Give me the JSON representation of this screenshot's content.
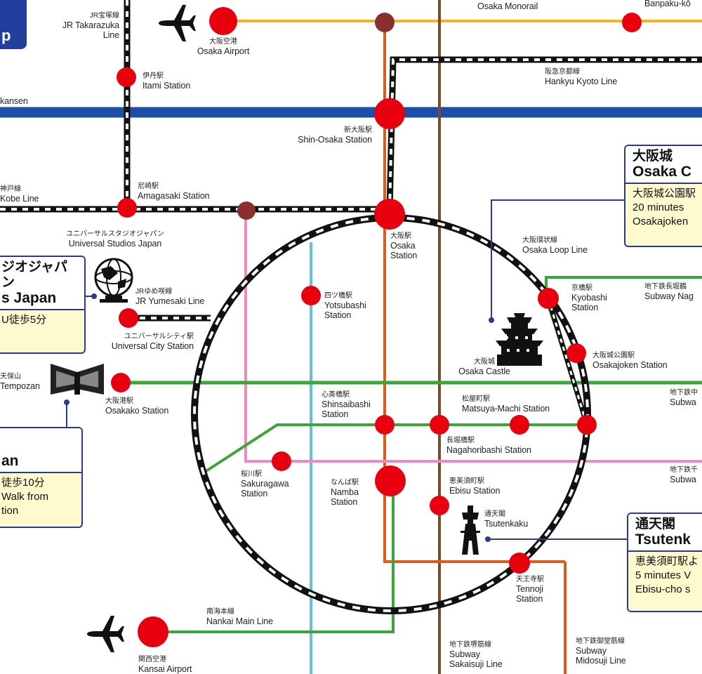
{
  "colors": {
    "station": "#e8000f",
    "transfer_station": "#8b2e2e",
    "monorail": "#f4b323",
    "shinkansen": "#1e4fa8",
    "midosuji": "#e05a1a",
    "sakaisuji": "#7a4a2a",
    "yotsubashi": "#64c0dc",
    "sennichimae": "#ef8ac0",
    "nagahori": "#3aa63a",
    "rail_black": "#111111",
    "info_box_fill": "#fffacd",
    "info_box_border": "#2a3a8c",
    "header_tab": "#223f9e"
  },
  "header_tab": {
    "text": "p"
  },
  "icons": {
    "airport_top": "airplane-icon",
    "airport_bottom": "airplane-icon",
    "usj": "globe-landmark-icon",
    "tempozan": "tempozan-building-icon",
    "castle": "osaka-castle-icon",
    "tsutenkaku": "tsutenkaku-tower-icon"
  },
  "lines": {
    "jr_takarazuka": {
      "jp": "JR宝塚線",
      "en1": "JR Takarazuka",
      "en2": "Line"
    },
    "osaka_monorail": {
      "en": "Osaka Monorail"
    },
    "shinkansen": {
      "en": "kansen"
    },
    "hankyu_kyoto": {
      "jp": "阪急京都線",
      "en": "Hankyu Kyoto Line"
    },
    "kobe": {
      "jp": "神戸線",
      "en": "Kobe Line"
    },
    "jr_yumesaki": {
      "jp": "JRゆめ咲線",
      "en": "JR Yumesaki Line"
    },
    "osaka_loop": {
      "jp": "大阪環状線",
      "en": "Osaka Loop Line"
    },
    "nankai_main": {
      "jp": "南海本線",
      "en": "Nankai Main Line"
    },
    "subway_sakaisuji": {
      "jp": "地下鉄堺筋線",
      "en1": "Subway",
      "en2": "Sakaisuji Line"
    },
    "subway_midosuji": {
      "jp": "地下鉄御堂筋線",
      "en1": "Subway",
      "en2": "Midosuji Line"
    },
    "subway_right_1": {
      "jp": "地下鉄長堀鶴",
      "en": "Subway Nag"
    },
    "subway_right_2": {
      "jp": "地下鉄中",
      "en": "Subwa"
    },
    "subway_right_3": {
      "jp": "地下鉄千",
      "en": "Subwa"
    }
  },
  "stations": {
    "osaka_airport": {
      "jp": "大阪空港",
      "en": "Osaka Airport"
    },
    "banpaku": {
      "en": "Banpaku-kō"
    },
    "itami": {
      "jp": "伊丹駅",
      "en": "Itami Station"
    },
    "shin_osaka": {
      "jp": "新大阪駅",
      "en": "Shin-Osaka Station"
    },
    "amagasaki": {
      "jp": "尼崎駅",
      "en": "Amagasaki Station"
    },
    "osaka": {
      "jp": "大阪駅",
      "en1": "Osaka",
      "en2": "Station"
    },
    "universal_city": {
      "jp": "ユニバーサルシティ駅",
      "en": "Universal City Station"
    },
    "yotsubashi": {
      "jp": "四ツ橋駅",
      "en1": "Yotsubashi",
      "en2": "Station"
    },
    "kyobashi": {
      "jp": "京橋駅",
      "en1": "Kyobashi",
      "en2": "Station"
    },
    "osakajokoen": {
      "jp": "大阪城公園駅",
      "en": "Osakajoken Station"
    },
    "osakako": {
      "jp": "大阪港駅",
      "en": "Osakako Station"
    },
    "shinsaibashi": {
      "jp": "心斎橋駅",
      "en1": "Shinsaibashi",
      "en2": "Station"
    },
    "matsuya_machi": {
      "jp": "松屋町駅",
      "en": "Matsuya-Machi Station"
    },
    "nagahoribashi": {
      "jp": "長堀橋駅",
      "en": "Nagahoribashi Station"
    },
    "sakuragawa": {
      "jp": "桜川駅",
      "en1": "Sakuragawa",
      "en2": "Station"
    },
    "namba": {
      "jp": "なんば駅",
      "en1": "Namba",
      "en2": "Station"
    },
    "ebisu": {
      "jp": "恵美須町駅",
      "en": "Ebisu Station"
    },
    "tennoji": {
      "jp": "天王寺駅",
      "en1": "Tennoji",
      "en2": "Station"
    },
    "kansai_airport": {
      "jp": "関西空港",
      "en": "Kansai Airport"
    }
  },
  "landmarks": {
    "usj": {
      "jp": "ユニバーサルスタジオジャパン",
      "en": "Universal Studios Japan"
    },
    "tempozan": {
      "jp": "天保山",
      "en": "Tempozan"
    },
    "osaka_castle": {
      "jp": "大阪城",
      "en": "Osaka Castle"
    },
    "tsutenkaku": {
      "jp": "通天閣",
      "en": "Tsutenkaku"
    }
  },
  "info_boxes": {
    "osaka_castle": {
      "title_jp": "大阪城",
      "title_en": "Osaka C",
      "line1": "大阪城公園駅",
      "line2": "20 minutes",
      "line3": "Osakajoken"
    },
    "usj": {
      "title_jp": "ジオジャパン",
      "title_en": "s Japan",
      "line1": "U徒歩5分"
    },
    "tempozan": {
      "title_en": "an",
      "line1": "徒歩10分",
      "line2": "Walk from",
      "line3": "tion"
    },
    "tsutenkaku": {
      "title_jp": "通天閣",
      "title_en": "Tsutenk",
      "line1": "恵美須町駅よ",
      "line2": "5 minutes V",
      "line3": "Ebisu-cho s"
    }
  }
}
